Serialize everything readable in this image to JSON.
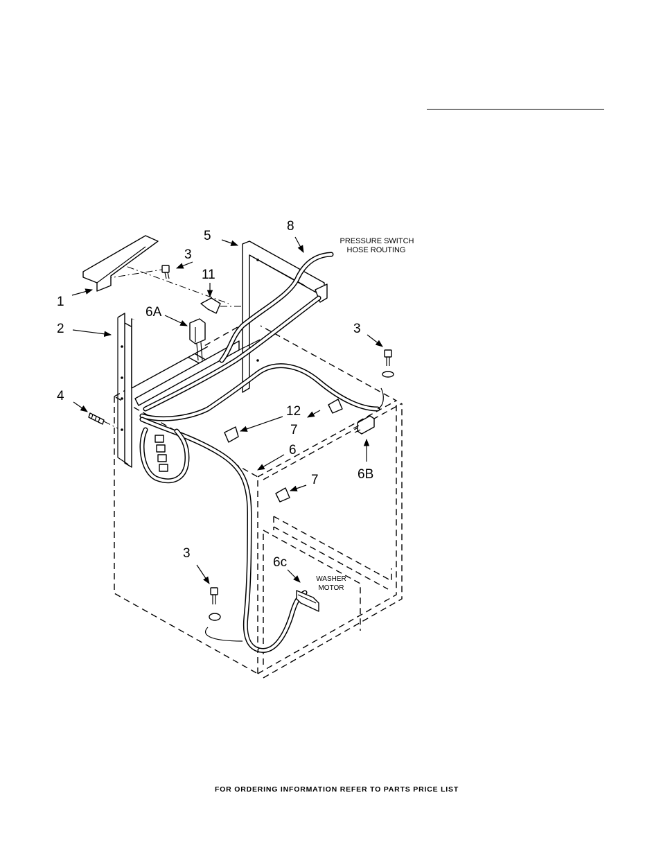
{
  "callouts": {
    "c1": "1",
    "c2": "2",
    "c3a": "3",
    "c3b": "3",
    "c3c": "3",
    "c4": "4",
    "c5": "5",
    "c6": "6",
    "c6a": "6A",
    "c6b": "6B",
    "c6c": "6c",
    "c7a": "7",
    "c7b": "7",
    "c8": "8",
    "c11": "11",
    "c12": "12"
  },
  "notes": {
    "pressure_line1": "PRESSURE SWITCH",
    "pressure_line2": "HOSE ROUTING",
    "motor_line1": "WASHER",
    "motor_line2": "MOTOR"
  },
  "footer": "FOR ORDERING INFORMATION REFER TO PARTS PRICE LIST"
}
